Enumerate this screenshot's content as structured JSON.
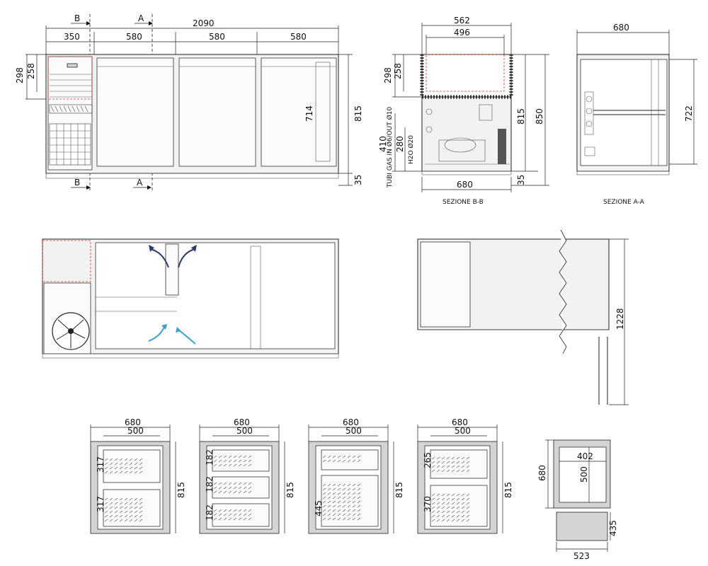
{
  "front_view": {
    "overall_width": "2090",
    "module_widths": [
      "350",
      "580",
      "580",
      "580"
    ],
    "height": "815",
    "base_height": "35",
    "upper_heights": [
      "298",
      "258"
    ],
    "door_height": "714",
    "section_marks": [
      "B",
      "A",
      "B",
      "A"
    ]
  },
  "section_bb": {
    "caption": "SEZIONE B-B",
    "top_widths": [
      "562",
      "496"
    ],
    "upper_heights": [
      "298",
      "258"
    ],
    "heights": [
      "815",
      "850"
    ],
    "base_height": "35",
    "depth": "680",
    "vertical_labels": [
      "410",
      "280"
    ],
    "tubes_label": "TUBI GAS IN Ø6/OUT Ø10",
    "water_label": "H2O Ø20"
  },
  "section_aa": {
    "caption": "SEZIONE A-A",
    "width": "680",
    "height": "722"
  },
  "side_view": {
    "height": "1228"
  },
  "bottom_sections": [
    {
      "width": "680",
      "inner": "500",
      "height": "815",
      "drawers": [
        "317",
        "317"
      ]
    },
    {
      "width": "680",
      "inner": "500",
      "height": "815",
      "drawers": [
        "182",
        "182",
        "182"
      ]
    },
    {
      "width": "680",
      "inner": "500",
      "height": "815",
      "drawers": [
        "445"
      ]
    },
    {
      "width": "680",
      "inner": "500",
      "height": "815",
      "drawers": [
        "265",
        "370"
      ]
    }
  ],
  "plan_detail": {
    "width": "680",
    "inner_width": "402",
    "inner_depth": "500",
    "drawer_height": "435",
    "base_width": "523"
  },
  "colors": {
    "line": "#222222",
    "hidden_red": "#dd3333",
    "airflow_dark": "#2d3a6b",
    "airflow_light": "#3aa0c8",
    "fill_grey": "#d4d4d4"
  }
}
